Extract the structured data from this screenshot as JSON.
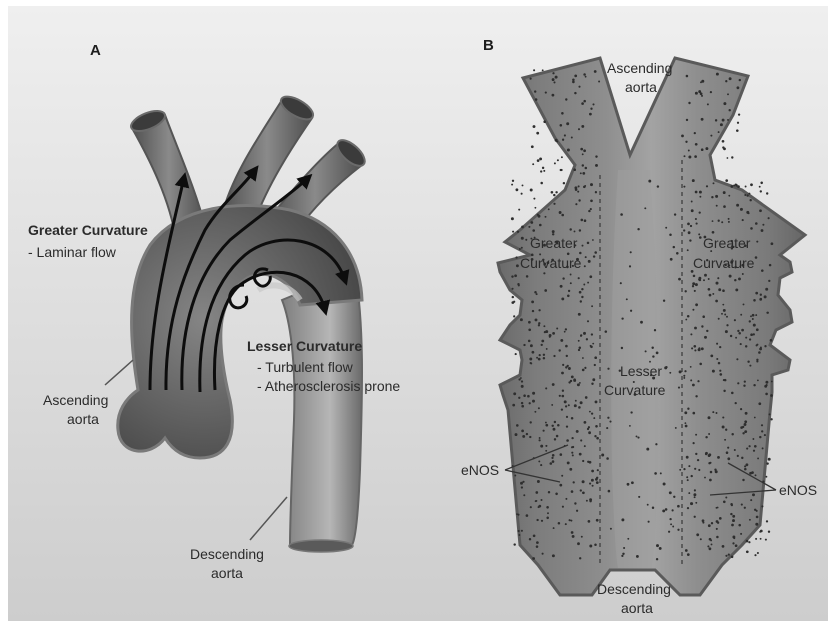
{
  "panel_a": {
    "letter": "A",
    "greater_title": "Greater Curvature",
    "greater_sub": "- Laminar flow",
    "lesser_title": "Lesser Curvature",
    "lesser_sub1": "- Turbulent flow",
    "lesser_sub2": "- Atherosclerosis prone",
    "ascending_line1": "Ascending",
    "ascending_line2": "aorta",
    "descending_line1": "Descending",
    "descending_line2": "aorta"
  },
  "panel_b": {
    "letter": "B",
    "ascending_line1": "Ascending",
    "ascending_line2": "aorta",
    "greater_left_line1": "Greater",
    "greater_left_line2": "Curvature",
    "greater_right_line1": "Greater",
    "greater_right_line2": "Curvature",
    "lesser_line1": "Lesser",
    "lesser_line2": "Curvature",
    "enos_left": "eNOS",
    "enos_right": "eNOS",
    "descending_line1": "Descending",
    "descending_line2": "aorta"
  },
  "colors": {
    "background_top": "#ededed",
    "background_bottom": "#cfcfcf",
    "vessel_dark": "#4a4a4a",
    "vessel_mid": "#6f6f6f",
    "vessel_light": "#9a9a9a",
    "dots": "#2e2e2e",
    "arrow": "#0d0d0d"
  }
}
